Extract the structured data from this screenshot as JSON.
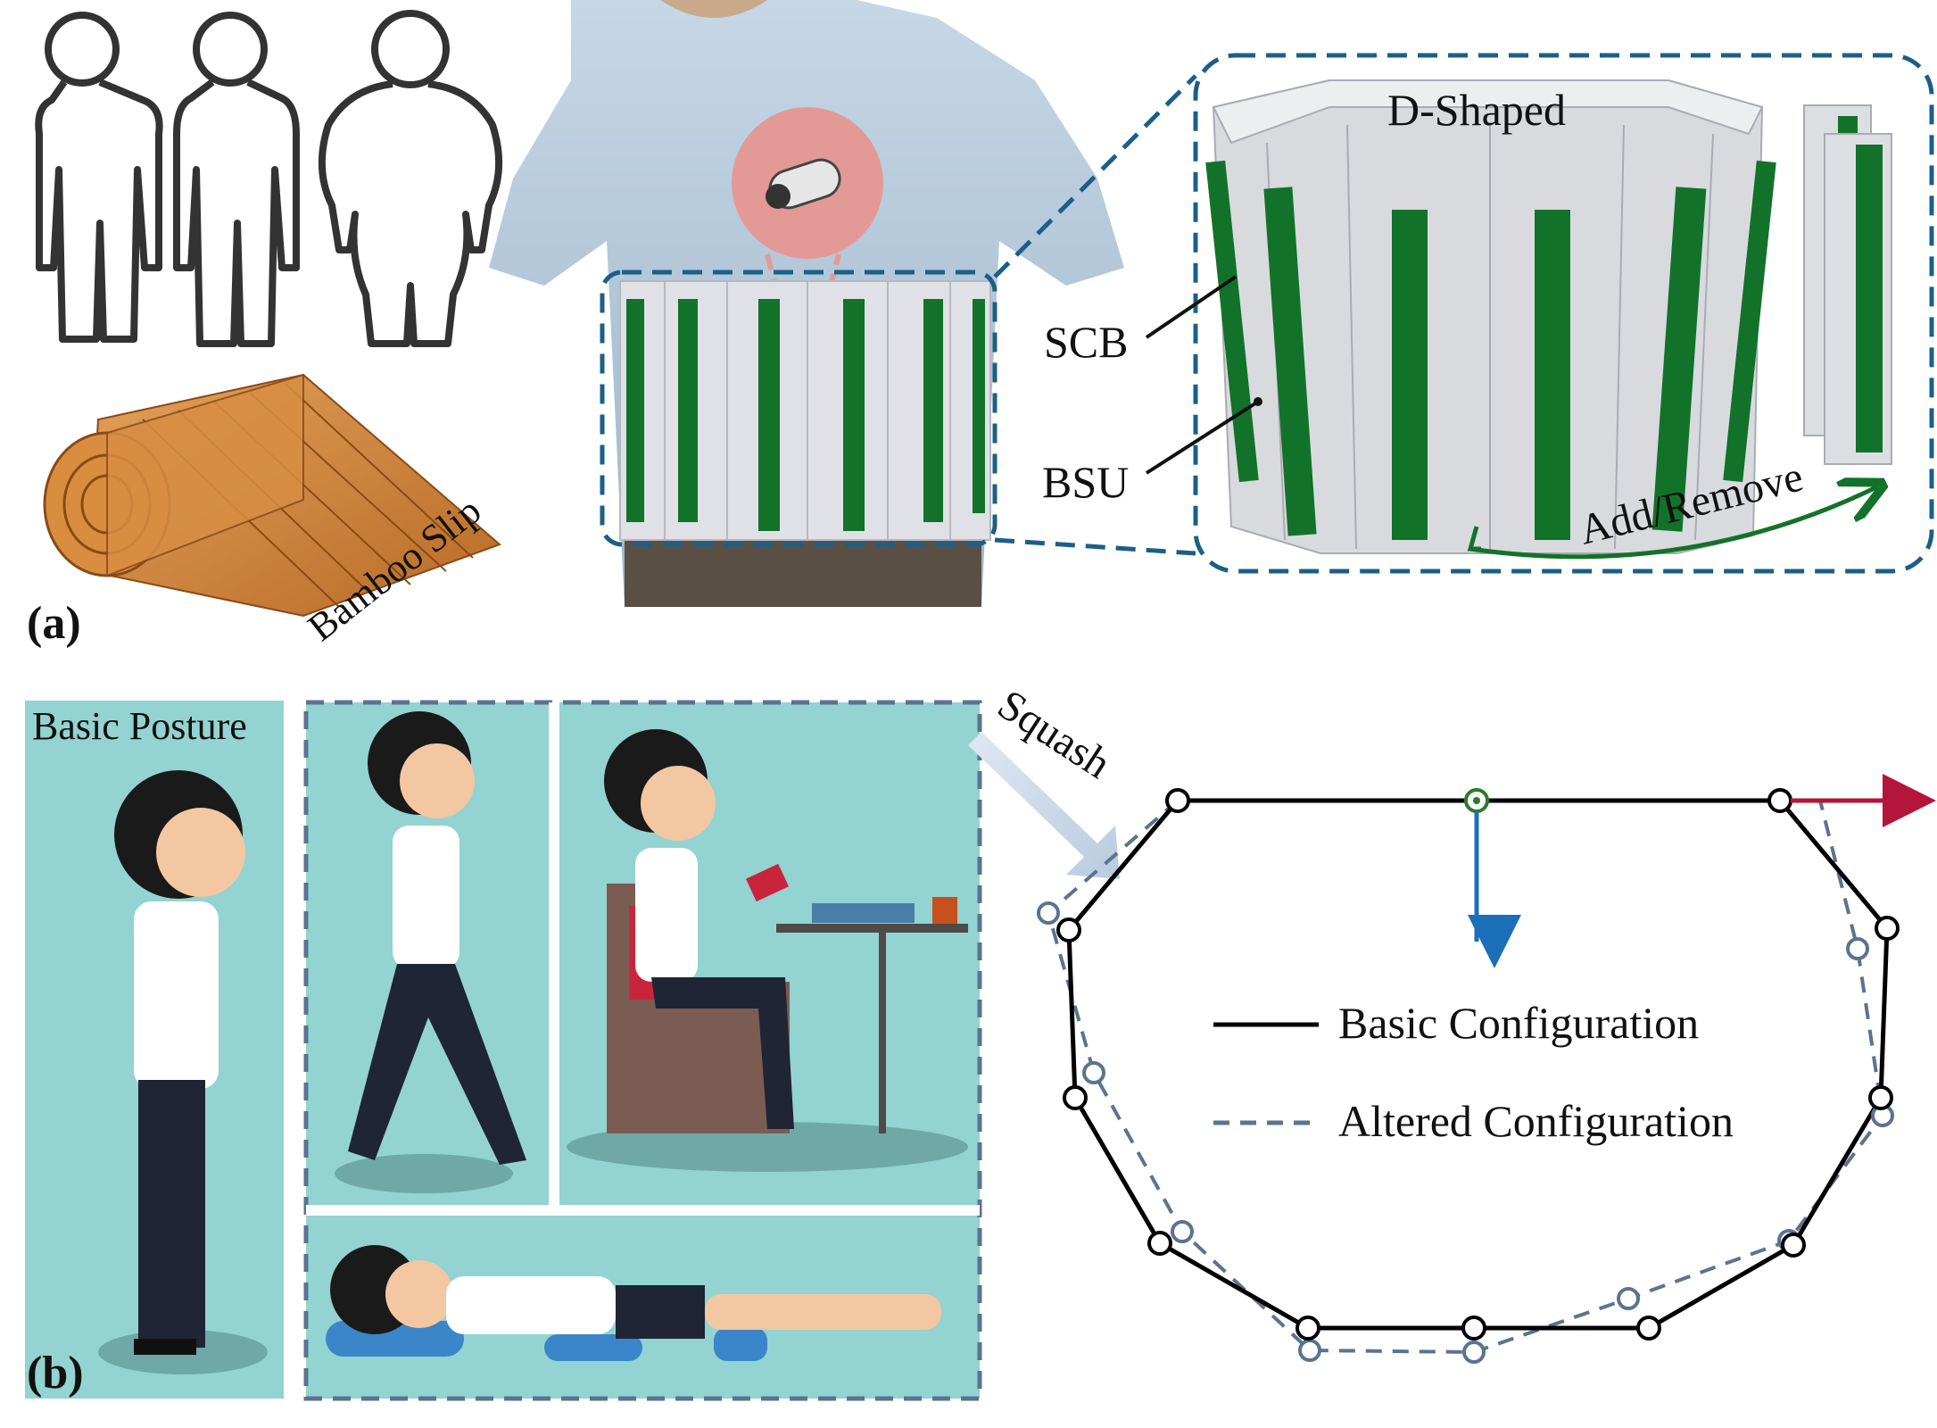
{
  "panel_a": {
    "label": "(a)",
    "bamboo_label": "Bamboo Slip",
    "shape_label": "D-Shaped",
    "scb_label": "SCB",
    "bsu_label": "BSU",
    "add_remove_label": "Add/Remove"
  },
  "panel_b": {
    "label": "(b)",
    "basic_posture_label": "Basic Posture",
    "squash_label": "Squash",
    "legend": {
      "basic": "Basic Configuration",
      "altered": "Altered Configuration"
    }
  },
  "colors": {
    "teal_bg": "#93d3d1",
    "dashed_blue": "#1c5f86",
    "strip_green": "#13722a",
    "basic_line": "#000000",
    "altered_line": "#5a7390",
    "arrow_red": "#b3163a",
    "arrow_blue": "#1b6fb8",
    "center_node": "#2d7a2d"
  },
  "icons": [
    "body-silhouette-icon",
    "bamboo-scroll-icon",
    "sensor-capsule-icon",
    "person-standing-icon",
    "person-walking-icon",
    "person-sitting-icon",
    "person-lying-icon"
  ]
}
